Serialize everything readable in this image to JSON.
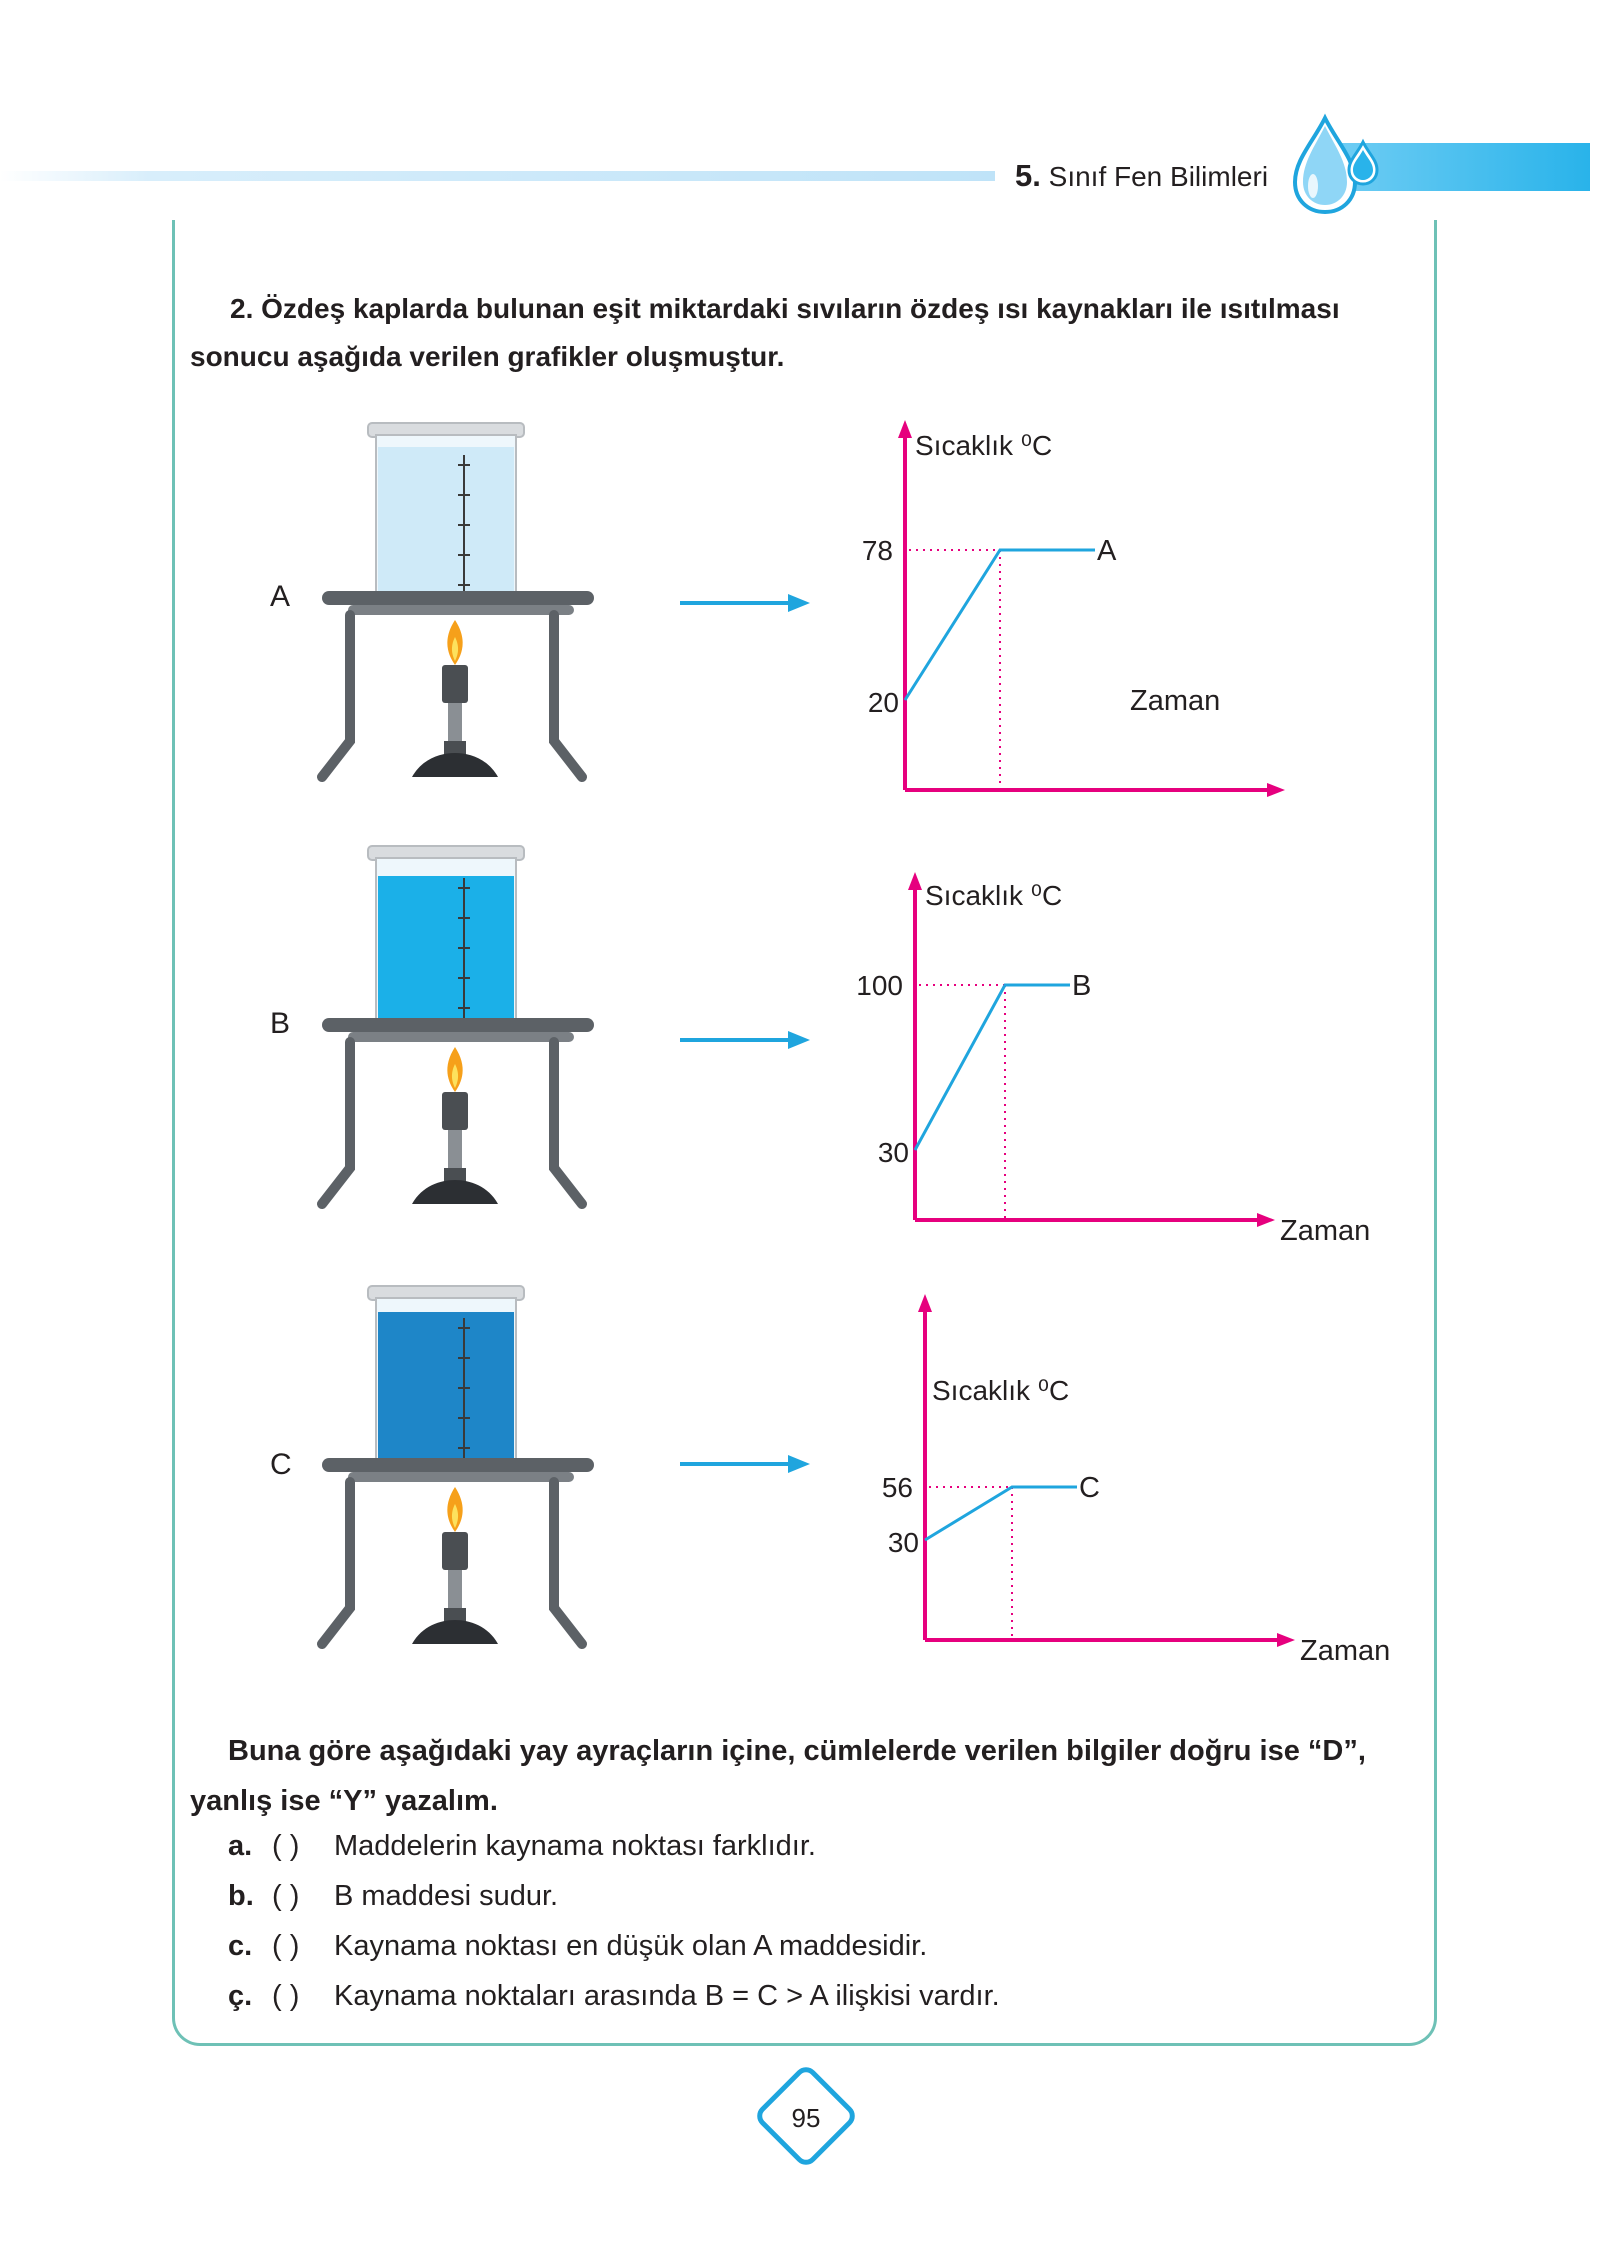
{
  "header": {
    "grade": "5.",
    "subject": "Sınıf Fen Bilimleri",
    "accent_color": "#29b3ea",
    "icon": "water-drop-icon"
  },
  "question": {
    "number": "2.",
    "line1": "Özdeş kaplarda bulunan eşit miktardaki sıvıların özdeş ısı kaynakları ile ısıtılması",
    "line2": "sonucu aşağıda verilen grafikler oluşmuştur."
  },
  "rows": [
    {
      "letter": "A",
      "liquid_color": "#cfeaf8"
    },
    {
      "letter": "B",
      "liquid_color": "#1bb0e8"
    },
    {
      "letter": "C",
      "liquid_color": "#1e86c8"
    }
  ],
  "chart_data": [
    {
      "type": "line",
      "ylabel": "Sıcaklık ⁰C",
      "xlabel": "Zaman",
      "series": [
        {
          "name": "A",
          "points": [
            {
              "x": 0,
              "y": 20
            },
            {
              "x": 1,
              "y": 78
            },
            {
              "x": 2.2,
              "y": 78
            }
          ]
        }
      ],
      "yticks": [
        "20",
        "78"
      ],
      "axis_color": "#e6007e",
      "line_color": "#1fa5de"
    },
    {
      "type": "line",
      "ylabel": "Sıcaklık ⁰C",
      "xlabel": "Zaman",
      "series": [
        {
          "name": "B",
          "points": [
            {
              "x": 0,
              "y": 30
            },
            {
              "x": 1,
              "y": 100
            },
            {
              "x": 1.6,
              "y": 100
            }
          ]
        }
      ],
      "yticks": [
        "30",
        "100"
      ],
      "axis_color": "#e6007e",
      "line_color": "#1fa5de"
    },
    {
      "type": "line",
      "ylabel": "Sıcaklık ⁰C",
      "xlabel": "Zaman",
      "series": [
        {
          "name": "C",
          "points": [
            {
              "x": 0,
              "y": 30
            },
            {
              "x": 1,
              "y": 56
            },
            {
              "x": 1.6,
              "y": 56
            }
          ]
        }
      ],
      "yticks": [
        "30",
        "56"
      ],
      "axis_color": "#e6007e",
      "line_color": "#1fa5de"
    }
  ],
  "prompt": {
    "line1": "Buna göre aşağıdaki yay ayraçların içine, cümlelerde verilen bilgiler doğru ise “D”,",
    "line2": "yanlış ise “Y” yazalım."
  },
  "items": [
    {
      "label": "a.",
      "paren": "(     )",
      "text": "Maddelerin kaynama noktası farklıdır."
    },
    {
      "label": "b.",
      "paren": "(     )",
      "text": "B maddesi sudur."
    },
    {
      "label": "c.",
      "paren": "(     )",
      "text": "Kaynama noktası en düşük olan A maddesidir."
    },
    {
      "label": "ç.",
      "paren": "(     )",
      "text": "Kaynama noktaları arasında B = C > A ilişkisi vardır."
    }
  ],
  "page_number": "95"
}
